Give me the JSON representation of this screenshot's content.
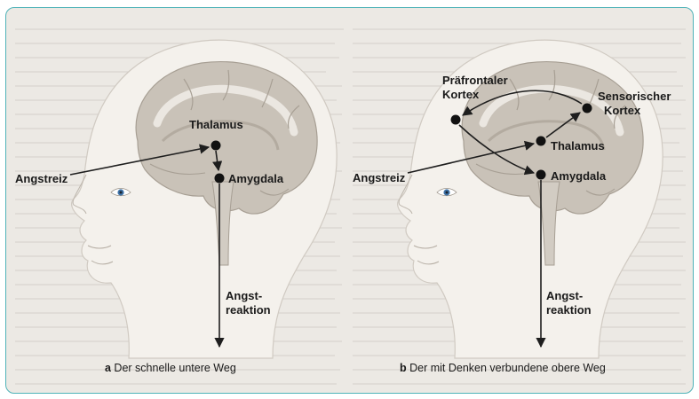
{
  "figure": {
    "panel_a": {
      "labels": {
        "thalamus": "Thalamus",
        "amygdala": "Amygdala",
        "angstreiz": "Angstreiz",
        "reaktion_line1": "Angst-",
        "reaktion_line2": "reaktion"
      },
      "caption_letter": "a",
      "caption_text": " Der schnelle untere Weg"
    },
    "panel_b": {
      "labels": {
        "praefrontal_line1": "Präfrontaler",
        "praefrontal_line2": "Kortex",
        "sensorisch_line1": "Sensorischer",
        "sensorisch_line2": "Kortex",
        "thalamus": "Thalamus",
        "amygdala": "Amygdala",
        "angstreiz": "Angstreiz",
        "reaktion_line1": "Angst-",
        "reaktion_line2": "reaktion"
      },
      "caption_letter": "b",
      "caption_text": " Der mit Denken verbundene obere Weg"
    },
    "colors": {
      "frame_border": "#4fb3b8",
      "head_fill": "#f4f1ec",
      "brain_fill": "#c9c2b8",
      "arrow": "#1e1e1e"
    }
  }
}
